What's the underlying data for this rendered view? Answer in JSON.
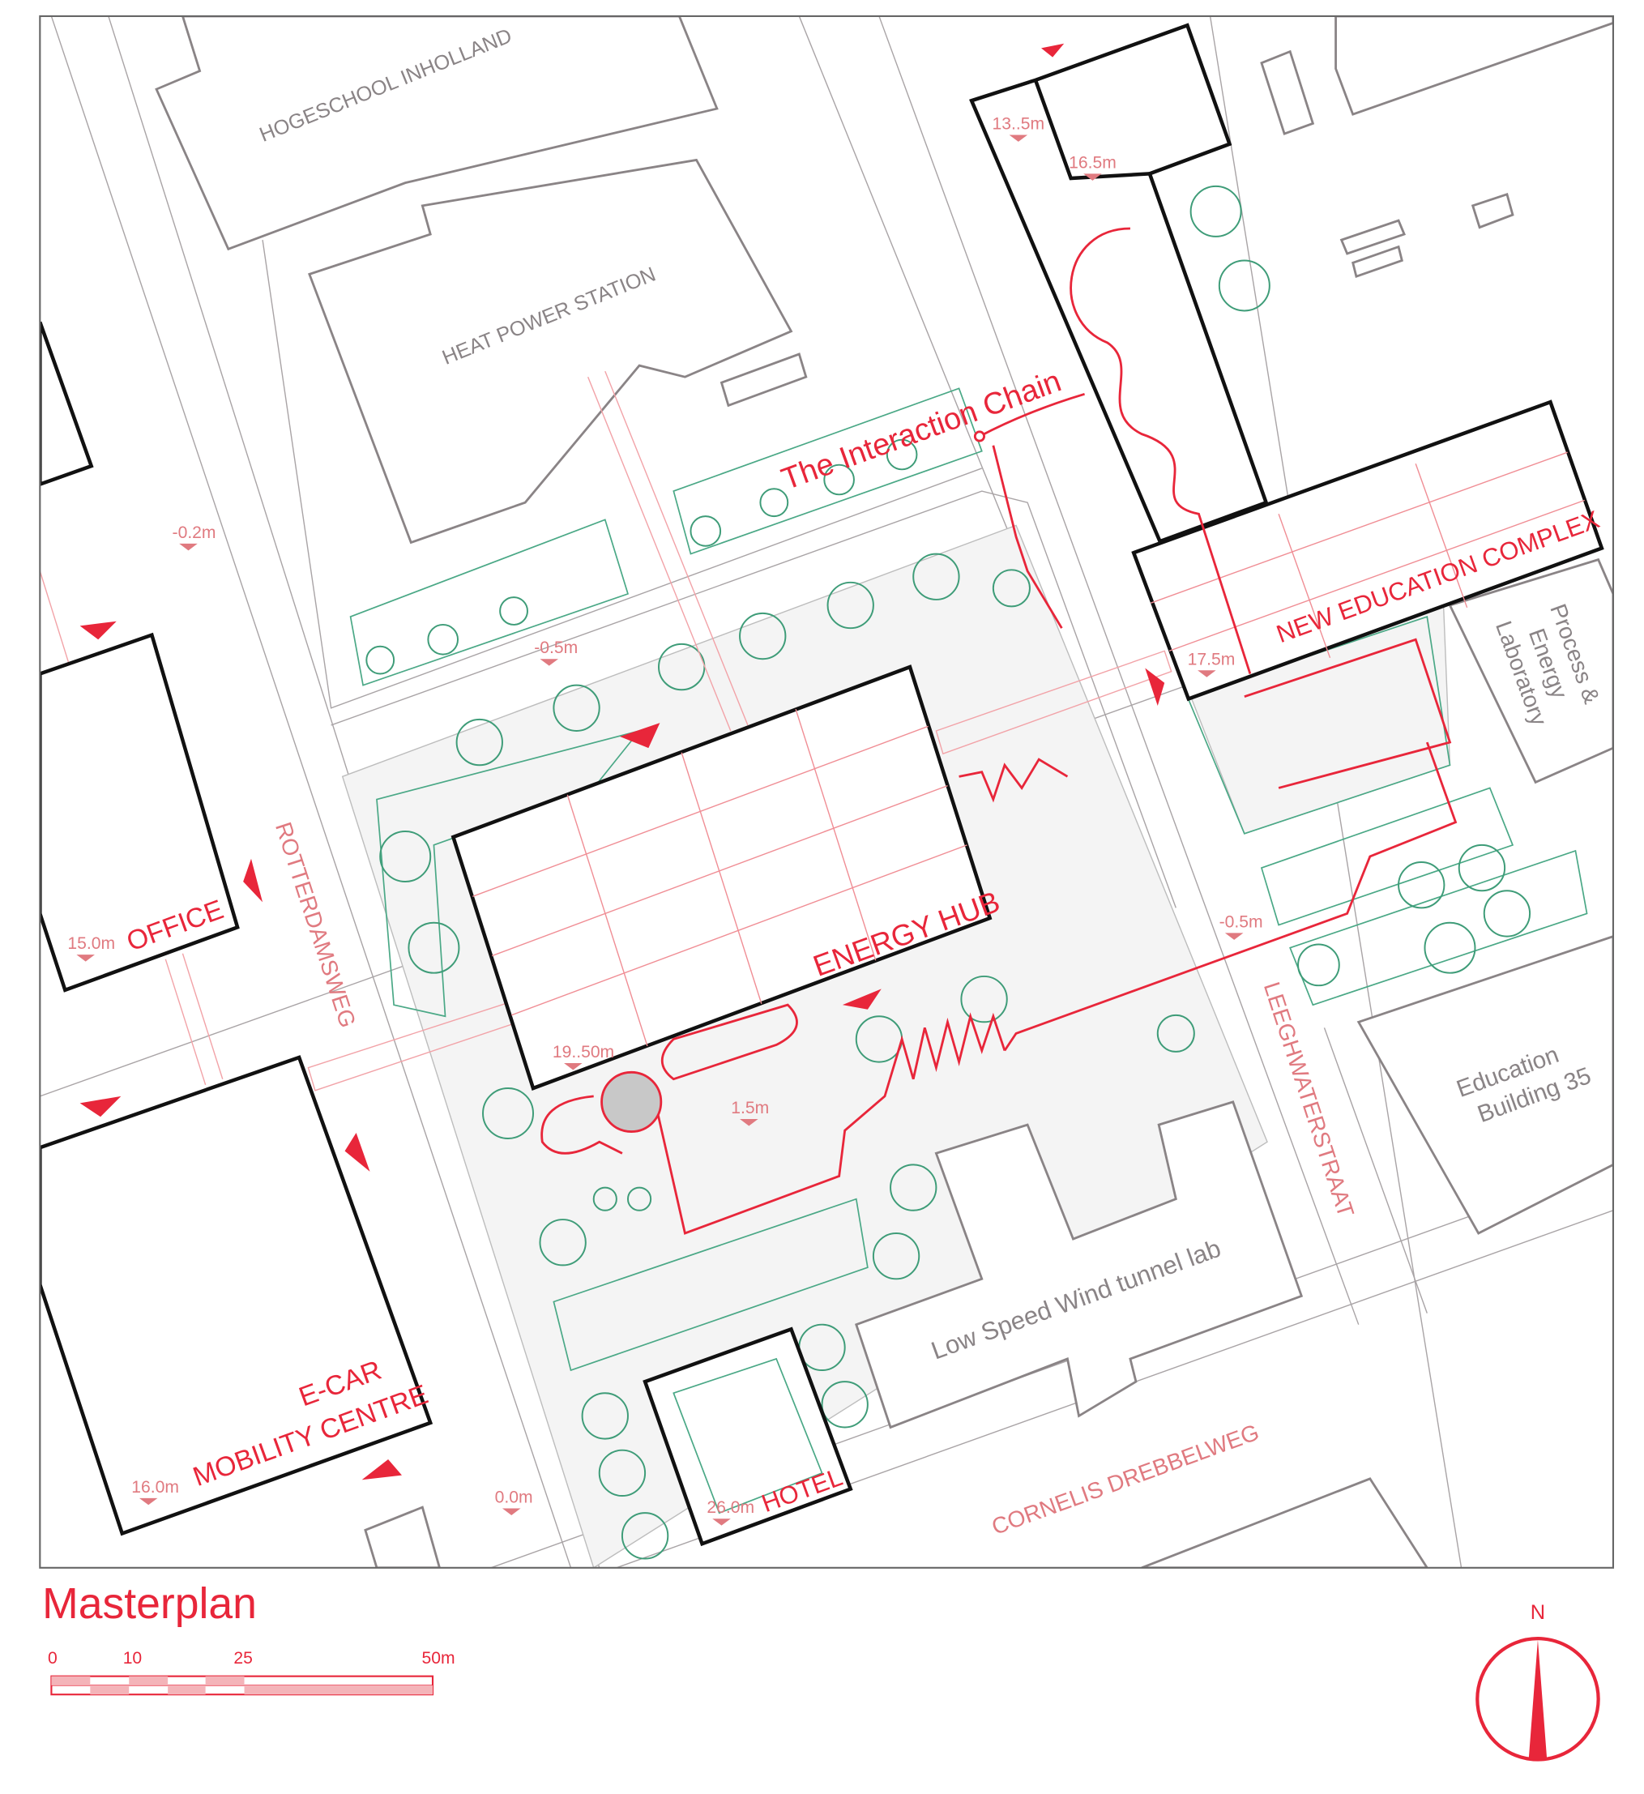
{
  "title": "Masterplan",
  "buildings": {
    "hogeschool": "HOGESCHOOL INHOLLAND",
    "heat_power": "HEAT POWER STATION",
    "process_lab": [
      "Process &",
      "Energy",
      "Laboratory"
    ],
    "education_35": [
      "Education",
      "Building 35"
    ],
    "wind_tunnel": "Low Speed Wind tunnel lab"
  },
  "proposals": {
    "interaction_chain": "The Interaction Chain",
    "new_education": "NEW EDUCATION COMPLEX",
    "energy_hub": "ENERGY HUB",
    "office": "OFFICE",
    "ecar": [
      "E-CAR",
      "MOBILITY CENTRE"
    ],
    "hotel": "HOTEL"
  },
  "streets": {
    "rotterdamsweg": "ROTTERDAMSWEG",
    "leeghwaterstraat": "LEEGHWATERSTRAAT",
    "cornelis": "CORNELIS DREBBELWEG"
  },
  "levels": [
    "13..5m",
    "16.5m",
    "-0.2m",
    "-0.5m",
    "17.5m",
    "15.0m",
    "19..50m",
    "1.5m",
    "-0.5m",
    "16.0m",
    "26.0m",
    "0.0m"
  ],
  "scale_bar": {
    "ticks": [
      "0",
      "10",
      "25",
      "50m"
    ]
  },
  "north_arrow": {
    "label": "N"
  },
  "colors": {
    "accent": "#e8263a",
    "green": "#4aa886",
    "gray": "#8a8486"
  }
}
